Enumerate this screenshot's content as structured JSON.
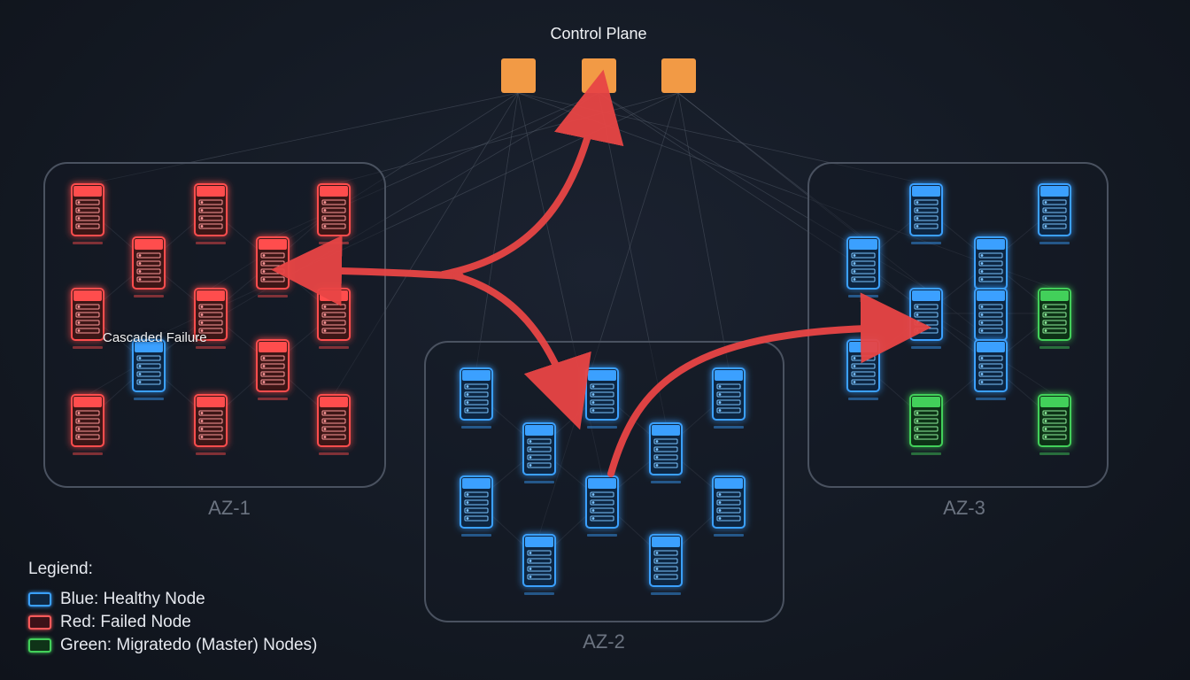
{
  "header": {
    "title": "Control Plane"
  },
  "annotation": "Cascaded Failure",
  "zones": [
    {
      "id": "az1",
      "label": "AZ-1"
    },
    {
      "id": "az2",
      "label": "AZ-2"
    },
    {
      "id": "az3",
      "label": "AZ-3"
    }
  ],
  "legend": {
    "title": "Legiend:",
    "items": [
      {
        "label": "Blue: Healthy Node",
        "status": "healthy"
      },
      {
        "label": "Red: Failed Node",
        "status": "failed"
      },
      {
        "label": "Green: Migratedo (Master) Nodes)",
        "status": "migrated"
      }
    ]
  },
  "colors": {
    "healthy": "#3aa0ff",
    "failed": "#ff4d4d",
    "migrated": "#43d05a",
    "control_plane": "#f29a45",
    "failure_arrow": "#e84545",
    "zone_border": "#4a5260"
  },
  "nodes": {
    "az1": [
      "failed",
      "failed",
      "failed",
      "failed",
      "failed",
      "failed",
      "failed",
      "failed",
      "healthy",
      "failed",
      "failed",
      "failed",
      "failed"
    ],
    "az2": [
      "healthy",
      "healthy",
      "healthy",
      "healthy",
      "healthy",
      "healthy",
      "healthy",
      "healthy",
      "healthy",
      "healthy"
    ],
    "az3": [
      "healthy",
      "healthy",
      "healthy",
      "healthy",
      "healthy",
      "healthy",
      "migrated",
      "healthy",
      "healthy",
      "migrated",
      "migrated"
    ]
  }
}
